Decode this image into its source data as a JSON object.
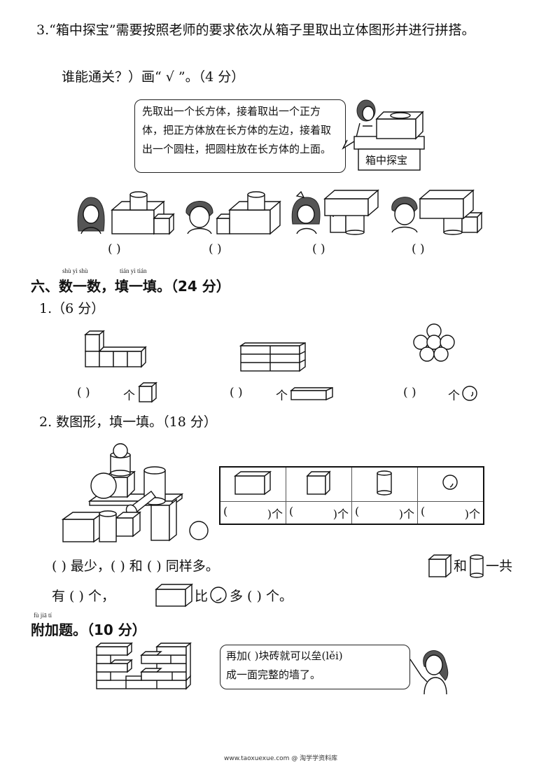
{
  "question3": {
    "line1": "3.“箱中探宝”需要按照老师的要求依次从箱子里取出立体图形并进行拼搭。",
    "line2": "谁能通关？）画“ √ ”。（4 分）",
    "bubble": "先取出一个长方体，接着取出一个正方体，把正方体放在长方体的左边，接着取出一个圆柱，把圆柱放在长方体的上面。",
    "box_label": "箱中探宝",
    "options": [
      {
        "character": "girl-long-hair",
        "figure": "cuboid with cylinder on top, cube on right",
        "answer": "(        )"
      },
      {
        "character": "boy",
        "figure": "cuboid with cylinder on top, cube on left",
        "answer": "(        )"
      },
      {
        "character": "girl-bow",
        "figure": "cuboid on top of cube and cylinder",
        "answer": "(        )"
      },
      {
        "character": "boy-2",
        "figure": "cuboid on top of cylinder, cube on right",
        "answer": "(        )"
      }
    ]
  },
  "section6": {
    "title": "六、数一数，填一填。（24 分）",
    "pinyin_left": "shù  yì  shù",
    "pinyin_right": "tián  yì  tián",
    "q1": {
      "title": "1.（6 分）",
      "items": [
        {
          "paren": "(          )",
          "unit": "个",
          "shape": "cube"
        },
        {
          "paren": "(          )",
          "unit": "个",
          "shape": "cuboid"
        },
        {
          "paren": "(          )",
          "unit": "个",
          "shape": "sphere"
        }
      ]
    },
    "q2": {
      "title": "2. 数图形，填一填。（18 分）",
      "table": [
        {
          "shape": "cuboid",
          "open": "(",
          "close": ")个"
        },
        {
          "shape": "cube",
          "open": "(",
          "close": ")个"
        },
        {
          "shape": "cylinder",
          "open": "(",
          "close": ")个"
        },
        {
          "shape": "sphere",
          "open": "(",
          "close": ")个"
        }
      ],
      "sentence1a": "(               ) 最少，(               ) 和 (               ) 同样多。",
      "sentence1b": "和",
      "sentence1c": "一共",
      "sentence2a": "有 (        ) 个，",
      "sentence2b": "比",
      "sentence2c": "多 (        ) 个。"
    }
  },
  "bonus": {
    "title": "附加题。（10 分）",
    "pinyin": "fù  jiā  tí",
    "bubble_line1": "再加(      )块砖就可以垒(lěi)",
    "bubble_line2": "成一面完整的墙了。"
  },
  "footer": "www.taoxuexue.com @ 淘学学资料库"
}
